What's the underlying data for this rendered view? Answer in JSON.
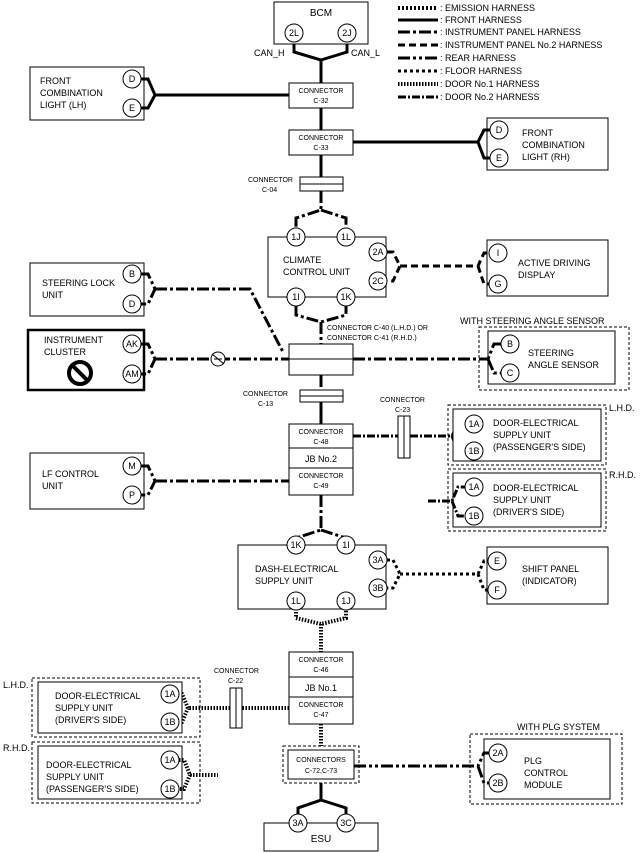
{
  "legend": {
    "emission": ": EMISSION HARNESS",
    "front": ": FRONT HARNESS",
    "instrument_panel": ": INSTRUMENT PANEL HARNESS",
    "instrument_panel_2": ": INSTRUMENT PANEL No.2 HARNESS",
    "rear": ": REAR HARNESS",
    "floor": ": FLOOR HARNESS",
    "door1": ": DOOR No.1 HARNESS",
    "door2": ": DOOR No.2 HARNESS"
  },
  "bcm": {
    "label": "BCM",
    "pin_left": "2L",
    "pin_right": "2J",
    "can_h": "CAN_H",
    "can_l": "CAN_L"
  },
  "connectors": {
    "c32": "C-32",
    "c33": "C-33",
    "c04": "C-04",
    "c40": "CONNECTOR C-40 (L.H.D.) OR",
    "c41": "CONNECTOR C-41 (R.H.D.)",
    "c13": "C-13",
    "c23": "C-23",
    "c48": "C-48",
    "c49": "C-49",
    "c46": "C-46",
    "c47": "C-47",
    "c22": "C-22",
    "c72": "C-72,C-73",
    "word": "CONNECTOR",
    "words": "CONNECTORS"
  },
  "front_lh": {
    "line1": "FRONT",
    "line2": "COMBINATION",
    "line3": "LIGHT (LH)",
    "p1": "D",
    "p2": "E"
  },
  "front_rh": {
    "line1": "FRONT",
    "line2": "COMBINATION",
    "line3": "LIGHT (RH)",
    "p1": "D",
    "p2": "E"
  },
  "climate": {
    "line1": "CLIMATE",
    "line2": "CONTROL UNIT",
    "p_1j": "1J",
    "p_1l": "1L",
    "p_2a": "2A",
    "p_2c": "2C",
    "p_1i": "1I",
    "p_1k": "1K"
  },
  "active": {
    "line1": "ACTIVE DRIVING",
    "line2": "DISPLAY",
    "p1": "I",
    "p2": "G"
  },
  "steering_lock": {
    "line1": "STEERING LOCK",
    "line2": "UNIT",
    "p1": "B",
    "p2": "D"
  },
  "cluster": {
    "line1": "INSTRUMENT",
    "line2": "CLUSTER",
    "p1": "AK",
    "p2": "AM"
  },
  "angle": {
    "with": "WITH STEERING ANGLE SENSOR",
    "line1": "STEERING",
    "line2": "ANGLE SENSOR",
    "p1": "B",
    "p2": "C"
  },
  "jb2": {
    "label": "JB No.2"
  },
  "lhd": "L.H.D.",
  "rhd": "R.H.D.",
  "door_pass_top": {
    "line1": "DOOR-ELECTRICAL",
    "line2": "SUPPLY UNIT",
    "line3": "(PASSENGER'S SIDE)",
    "p1": "1A",
    "p2": "1B"
  },
  "door_drv_top": {
    "line1": "DOOR-ELECTRICAL",
    "line2": "SUPPLY UNIT",
    "line3": "(DRIVER'S SIDE)",
    "p1": "1A",
    "p2": "1B"
  },
  "lf": {
    "line1": "LF CONTROL",
    "line2": "UNIT",
    "p1": "M",
    "p2": "P"
  },
  "dash": {
    "line1": "DASH-ELECTRICAL",
    "line2": "SUPPLY UNIT",
    "p_1k": "1K",
    "p_1i": "1I",
    "p_3a": "3A",
    "p_3b": "3B",
    "p_1l": "1L",
    "p_1j": "1J"
  },
  "shift": {
    "line1": "SHIFT PANEL",
    "line2": "(INDICATOR)",
    "p1": "E",
    "p2": "F"
  },
  "jb1": {
    "label": "JB No.1"
  },
  "door_drv_bot": {
    "line1": "DOOR-ELECTRICAL",
    "line2": "SUPPLY UNIT",
    "line3": "(DRIVER'S SIDE)",
    "p1": "1A",
    "p2": "1B"
  },
  "door_pass_bot": {
    "line1": "DOOR-ELECTRICAL",
    "line2": "SUPPLY UNIT",
    "line3": "(PASSENGER'S SIDE)",
    "p1": "1A",
    "p2": "1B"
  },
  "plg": {
    "with": "WITH PLG SYSTEM",
    "line1": "PLG",
    "line2": "CONTROL",
    "line3": "MODULE",
    "p1": "2A",
    "p2": "2B"
  },
  "esu": {
    "label": "ESU",
    "p1": "3A",
    "p2": "3C"
  }
}
